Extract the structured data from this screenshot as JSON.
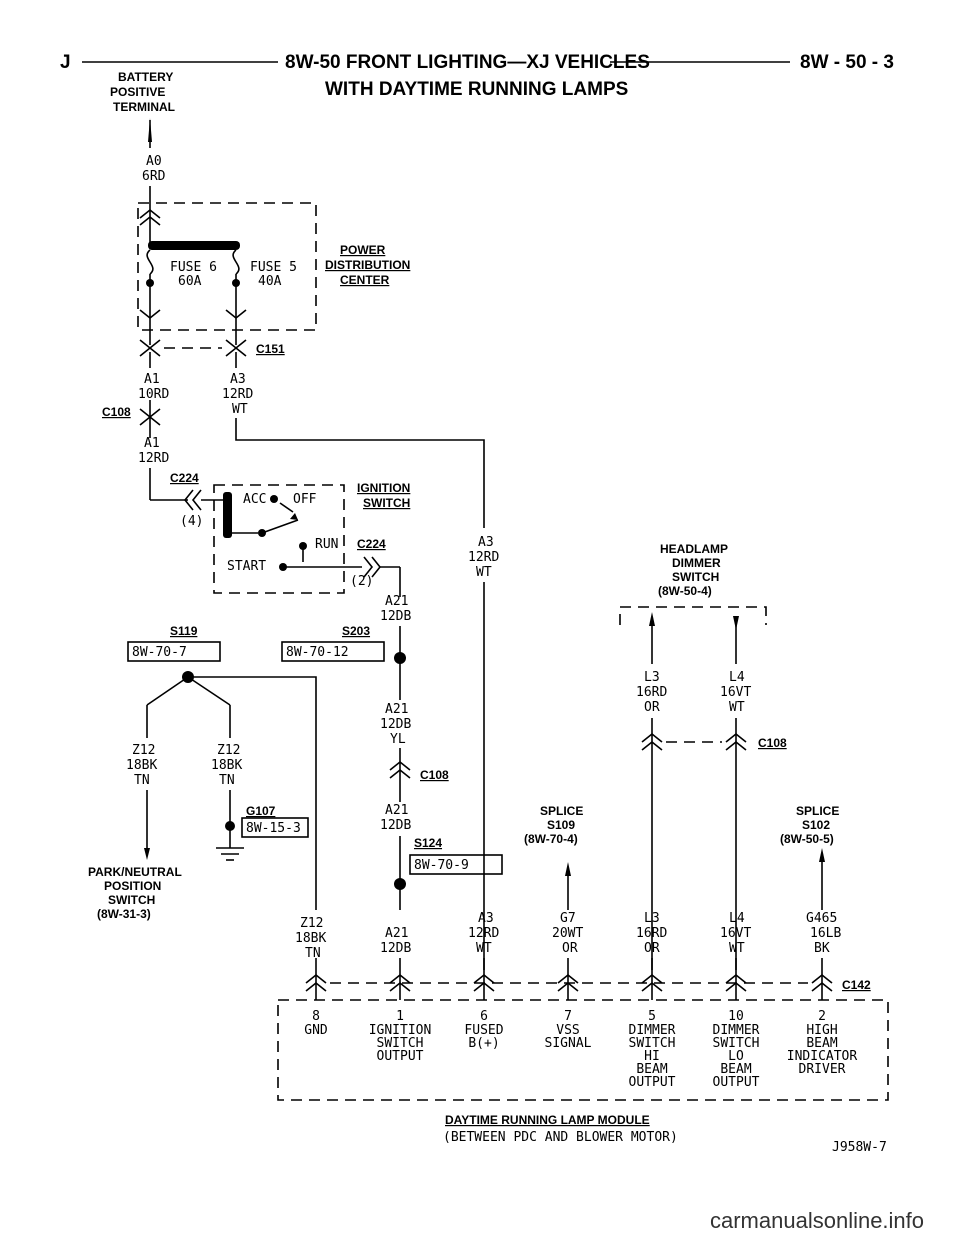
{
  "header": {
    "left_letter": "J",
    "title": "8W-50 FRONT LIGHTING—XJ VEHICLES",
    "subtitle": "WITH DAYTIME RUNNING LAMPS",
    "page_ref": "8W - 50 - 3"
  },
  "battery": {
    "line1": "BATTERY",
    "line2": "POSITIVE",
    "line3": "TERMINAL"
  },
  "wires": {
    "a0": "A0",
    "a0_spec": "6RD",
    "a1": "A1",
    "a1_spec": "10RD",
    "a1b": "A1",
    "a1b_spec": "12RD",
    "a3": "A3",
    "a3_spec": "12RD",
    "a3_spec2": "WT",
    "a3b": "A3",
    "a3b_spec": "12RD",
    "a3b_spec2": "WT",
    "a21a": "A21",
    "a21a_spec": "12DB",
    "a21b": "A21",
    "a21b_spec": "12DB",
    "a21b_spec2": "YL",
    "a21c": "A21",
    "a21c_spec": "12DB",
    "z12a": "Z12",
    "z12a_spec": "18BK",
    "z12a_spec2": "TN",
    "z12b": "Z12",
    "z12b_spec": "18BK",
    "z12b_spec2": "TN",
    "l3": "L3",
    "l3_spec": "16RD",
    "l3_spec2": "OR",
    "l4": "L4",
    "l4_spec": "16VT",
    "l4_spec2": "WT"
  },
  "pdc": {
    "fuse6": "FUSE 6",
    "fuse6_amp": "60A",
    "fuse5": "FUSE 5",
    "fuse5_amp": "40A",
    "title1": "POWER",
    "title2": "DISTRIBUTION",
    "title3": "CENTER"
  },
  "connectors": {
    "c151": "C151",
    "c108a": "C108",
    "c224a": "C224",
    "c224b": "C224",
    "c108b": "C108",
    "c108c": "C108",
    "c142": "C142",
    "paren4": "(4)",
    "paren2": "(2)"
  },
  "ignition": {
    "title1": "IGNITION",
    "title2": "SWITCH",
    "acc": "ACC",
    "off": "OFF",
    "run": "RUN",
    "start": "START"
  },
  "splices": {
    "s119": "S119",
    "s119_ref": "8W-70-7",
    "s203": "S203",
    "s203_ref": "8W-70-12",
    "s124": "S124",
    "s124_ref": "8W-70-9",
    "g107": "G107",
    "g107_ref": "8W-15-3"
  },
  "park": {
    "line1": "PARK/NEUTRAL",
    "line2": "POSITION",
    "line3": "SWITCH",
    "line4": "(8W-31-3)"
  },
  "headlamp": {
    "line1": "HEADLAMP",
    "line2": "DIMMER",
    "line3": "SWITCH",
    "line4": "(8W-50-4)"
  },
  "splice109": {
    "line1": "SPLICE",
    "line2": "S109",
    "line3": "(8W-70-4)"
  },
  "splice102": {
    "line1": "SPLICE",
    "line2": "S102",
    "line3": "(8W-50-5)"
  },
  "bottom_wires": {
    "z12": "Z12",
    "z12_spec": "18BK",
    "z12_spec2": "TN",
    "a21": "A21",
    "a21_spec": "12DB",
    "a3": "A3",
    "a3_spec": "12RD",
    "a3_spec2": "WT",
    "g7": "G7",
    "g7_spec": "20WT",
    "g7_spec2": "OR",
    "l3": "L3",
    "l3_spec": "16RD",
    "l3_spec2": "OR",
    "l4": "L4",
    "l4_spec": "16VT",
    "l4_spec2": "WT",
    "g465": "G465",
    "g465_spec": "16LB",
    "g465_spec2": "BK"
  },
  "module": {
    "pins": [
      {
        "num": "8",
        "lines": [
          "GND"
        ]
      },
      {
        "num": "1",
        "lines": [
          "IGNITION",
          "SWITCH",
          "OUTPUT"
        ]
      },
      {
        "num": "6",
        "lines": [
          "FUSED",
          "B(+)"
        ]
      },
      {
        "num": "7",
        "lines": [
          "VSS",
          "SIGNAL"
        ]
      },
      {
        "num": "5",
        "lines": [
          "DIMMER",
          "SWITCH",
          "HI",
          "BEAM",
          "OUTPUT"
        ]
      },
      {
        "num": "10",
        "lines": [
          "DIMMER",
          "SWITCH",
          "LO",
          "BEAM",
          "OUTPUT"
        ]
      },
      {
        "num": "2",
        "lines": [
          "HIGH",
          "BEAM",
          "INDICATOR",
          "DRIVER"
        ]
      }
    ],
    "title": "DAYTIME RUNNING LAMP MODULE",
    "subtitle": "(BETWEEN PDC AND BLOWER MOTOR)"
  },
  "figure_id": "J958W-7",
  "watermark": "carmanualsonline.info"
}
